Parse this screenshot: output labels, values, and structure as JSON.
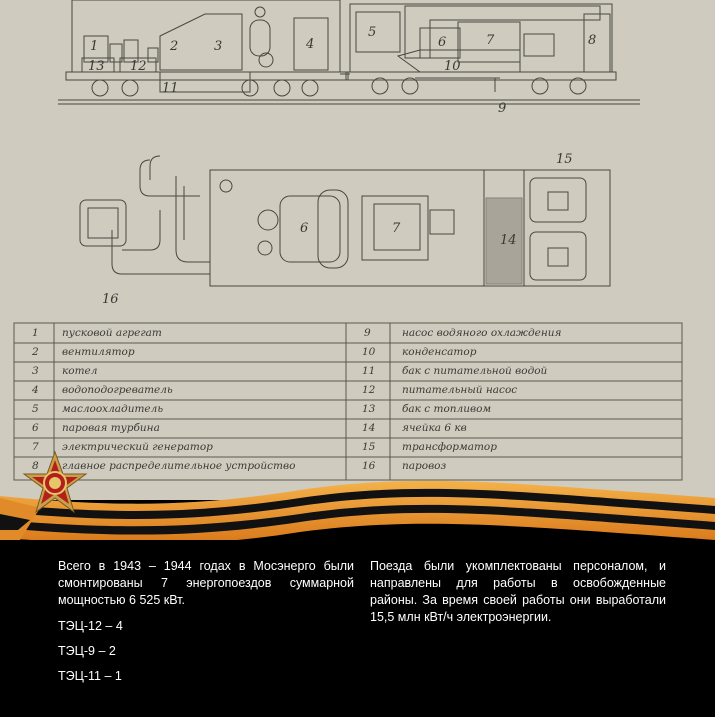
{
  "drawing": {
    "side_view_numbers": [
      "1",
      "2",
      "3",
      "4",
      "5",
      "6",
      "7",
      "8",
      "13",
      "12",
      "11",
      "10",
      "9"
    ],
    "top_view_numbers": [
      "6",
      "7",
      "14",
      "15",
      "16"
    ]
  },
  "legend": [
    {
      "num": "1",
      "text": "пусковой агрегат"
    },
    {
      "num": "2",
      "text": "вентилятор"
    },
    {
      "num": "3",
      "text": "котел"
    },
    {
      "num": "4",
      "text": "водоподогреватель"
    },
    {
      "num": "5",
      "text": "маслоохладитель"
    },
    {
      "num": "6",
      "text": "паровая турбина"
    },
    {
      "num": "7",
      "text": "электрический генератор"
    },
    {
      "num": "8",
      "text": "главное распределительное устройство"
    },
    {
      "num": "9",
      "text": "насос водяного охлаждения"
    },
    {
      "num": "10",
      "text": "конденсатор"
    },
    {
      "num": "11",
      "text": "бак с питательной водой"
    },
    {
      "num": "12",
      "text": "питательный насос"
    },
    {
      "num": "13",
      "text": "бак с топливом"
    },
    {
      "num": "14",
      "text": "ячейка 6 кв"
    },
    {
      "num": "15",
      "text": "трансформатор"
    },
    {
      "num": "16",
      "text": "паровоз"
    }
  ],
  "text": {
    "left_para": "Всего в 1943 – 1944 годах в Мосэнерго были смонтированы 7 энергопоездов суммарной мощностью  6 525 кВт.",
    "left_line1": "ТЭЦ-12 – 4",
    "left_line2": "ТЭЦ-9 – 2",
    "left_line3": "ТЭЦ-11  – 1",
    "right_para": "Поезда были укомплектованы персоналом, и направлены для работы в освобожденные районы. За время своей работы они выработали 15,5 млн кВт/ч электроэнергии."
  }
}
